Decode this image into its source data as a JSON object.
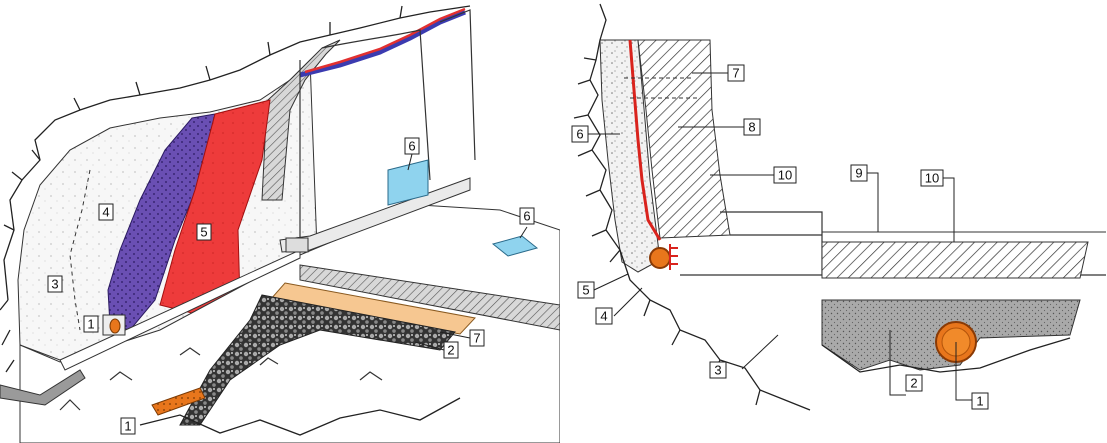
{
  "colors": {
    "purple_layer": "#6a4fb3",
    "red_layer": "#ee3b3b",
    "orange_pipe": "#e8761c",
    "sand_layer": "#f6c791",
    "drain_blue": "#8fd3ee",
    "membrane_red": "#d9231d",
    "gravel": "#4a4a4a"
  },
  "left_figure": {
    "labels": [
      {
        "id": "L1a",
        "text": "1"
      },
      {
        "id": "L1b",
        "text": "1"
      },
      {
        "id": "L2",
        "text": "2"
      },
      {
        "id": "L3",
        "text": "3"
      },
      {
        "id": "L4",
        "text": "4"
      },
      {
        "id": "L5",
        "text": "5"
      },
      {
        "id": "L6a",
        "text": "6"
      },
      {
        "id": "L6b",
        "text": "6"
      },
      {
        "id": "L7",
        "text": "7"
      }
    ]
  },
  "right_figure": {
    "labels": [
      {
        "id": "R1",
        "text": "1"
      },
      {
        "id": "R2",
        "text": "2"
      },
      {
        "id": "R3",
        "text": "3"
      },
      {
        "id": "R4",
        "text": "4"
      },
      {
        "id": "R5",
        "text": "5"
      },
      {
        "id": "R6",
        "text": "6"
      },
      {
        "id": "R7",
        "text": "7"
      },
      {
        "id": "R8",
        "text": "8"
      },
      {
        "id": "R9",
        "text": "9"
      },
      {
        "id": "R10a",
        "text": "10"
      },
      {
        "id": "R10b",
        "text": "10"
      }
    ]
  }
}
